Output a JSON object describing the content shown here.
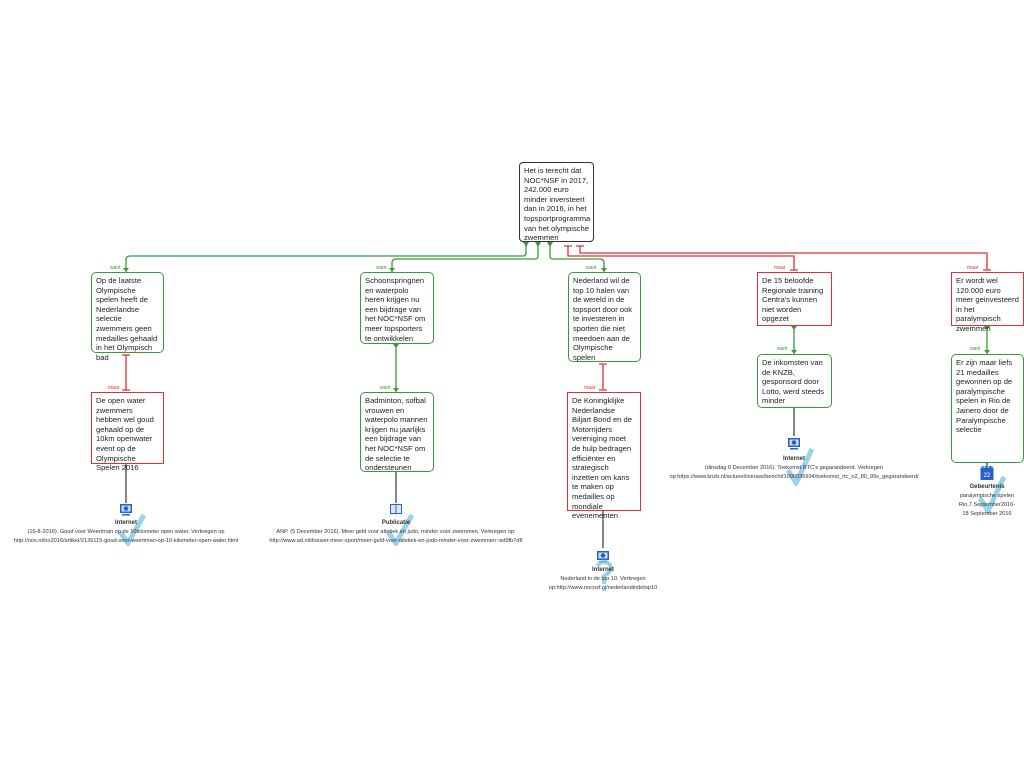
{
  "root": {
    "text": "Het is terecht dat NOC*NSF in 2017, 242.000 euro minder inversteert dan in 2016, in het topsportprogramma van het olympische zwemmen"
  },
  "labels": {
    "pro": "want",
    "con": "maar"
  },
  "colors": {
    "pro": "#3a9a3a",
    "con": "#e03030",
    "root": "#333333",
    "check": "#7ec8e3"
  },
  "arguments": [
    {
      "type": "pro",
      "text": "Op de laatste Olympische spelen heeft de Nederlandse selectie zwemmers geen medailles gehaald in het Olympisch bad",
      "child": {
        "type": "con",
        "text": "De open water zwemmers hebben wel goud gehaald op de 10km openwater event op de Olympische Spelen 2016",
        "source": {
          "icon": "internet-icon",
          "type": "Internet",
          "lines": [
            "(16-8-2016). Goud voor Weertman op de 10kilometer open water. Verkregen op",
            "http://nos.nl/rio2016/artikel/2126115-goud-voor-weertman-op-10-kilometer-open-water.html"
          ]
        }
      }
    },
    {
      "type": "pro",
      "text": "Schoonspringnen en waterpolo heren krijgen nu een bijdrage van het NOC*NSF om meer topsporters te ontwikkelen",
      "child": {
        "type": "pro",
        "text": "Badminton, sofbal vrouwen en waterpolo mannen krijgen nu jaarlijks een bijdrage van het NOC*NSF om de selectie te ondersteunen",
        "source": {
          "icon": "publication-icon",
          "type": "Publicatie",
          "lines": [
            "ANP. (5 December 2016). Meer geld voor atletiek en judo, minder voor zwemmen. Verkregen op:",
            "http://www.ad.nl/dossier-meer-sport/meer-geld-voor-atletiek-en-judo-minder-voor-zwemmen~ad9fb7df/"
          ]
        }
      }
    },
    {
      "type": "pro",
      "text": "Nederland wil de top 10 halen van de wereld in de topsport door ook te investeren in sporten die niet meedoen aan de Olympische spelen",
      "child": {
        "type": "con",
        "text": "De Koningklijke Nederlandse Biljart Bond en de Motorrijders vereniging moet de hulp bedragen efficiënter en strategisch inzetten om kans te maken op medailles op mondiale evenementen",
        "source": {
          "icon": "internet-icon",
          "type": "Internet",
          "lines": [
            "Nederland in de top 10. Verkregen",
            "op:http://www.nocnsf.nl/nederlandindetop10"
          ]
        }
      }
    },
    {
      "type": "con",
      "text": "De 15 beloofde Regionale training Centra's kunnen niet worden opgezet",
      "child": {
        "type": "pro",
        "text": "De inkomsten van de KNZB, gesponsord door Lotto, werd steeds minder",
        "source": {
          "icon": "internet-icon",
          "type": "Internet",
          "lines": [
            "(dinsdag 6 December 2016). Toekomst RTC's gegarandeerd. Verkregen",
            "op:https://www.knzb.nl/actueel/nieuws/bericht/1000036934/toekomst_rtc_o2_80_99s_gegarandeerd/"
          ]
        }
      }
    },
    {
      "type": "con",
      "text": "Er wordt wel 120.000 euro meer geinvesteerd in het paralympisch zwemmen",
      "child": {
        "type": "pro",
        "text": "Er zijn maar liefs 21 medailles gewonnen op de paralympische spelen in Rio de Jainero door de Paralympische selectie",
        "source": {
          "icon": "calendar-icon",
          "type": "Gebeurtenis",
          "calendar_day": "22",
          "lines": [
            "paralympische spelen",
            "Rio,7 September2016-",
            "18 September 2016"
          ]
        }
      }
    }
  ]
}
